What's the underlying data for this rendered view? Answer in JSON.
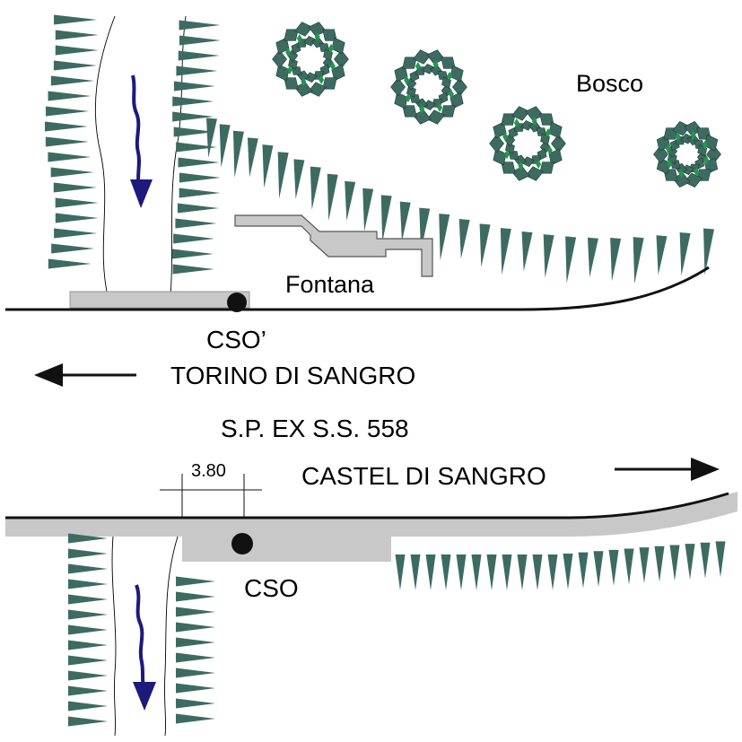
{
  "labels": {
    "bosco": "Bosco",
    "fontana": "Fontana",
    "cso_upper": "CSO’",
    "torino": "TORINO DI SANGRO",
    "road": "S.P. EX S.S. 558",
    "castel": "CASTEL DI SANGRO",
    "dimension": "3.80",
    "cso_lower": "CSO"
  },
  "colors": {
    "vegetation": "#3d6b62",
    "tree_inner": "#1f9a4a",
    "stream_arrow": "#1d1a7c",
    "pavement": "#c8c8c8",
    "line": "#111111"
  },
  "icons": {
    "vegetation": "grass-tuft-icon",
    "tree": "tree-canopy-icon",
    "flow": "flow-arrow-icon",
    "culvert": "culvert-dot-icon",
    "direction": "direction-arrow-icon"
  }
}
